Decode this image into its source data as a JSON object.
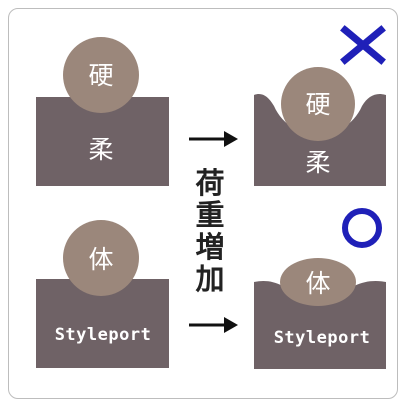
{
  "colors": {
    "block": "#6f6266",
    "ball": "#9b877b",
    "arrow": "#111111",
    "mark": "#1f20b8",
    "label": "#ffffff",
    "border": "#bdbdbd"
  },
  "top_left": {
    "ball_text": "硬",
    "block_text": "柔"
  },
  "top_right": {
    "ball_text": "硬",
    "block_text": "柔",
    "mark": "✕"
  },
  "bottom_left": {
    "ball_text": "体",
    "block_text": "Styleport"
  },
  "bottom_right": {
    "ball_text": "体",
    "block_text": "Styleport",
    "mark": "○"
  },
  "center_label": [
    "荷",
    "重",
    "増",
    "加"
  ]
}
